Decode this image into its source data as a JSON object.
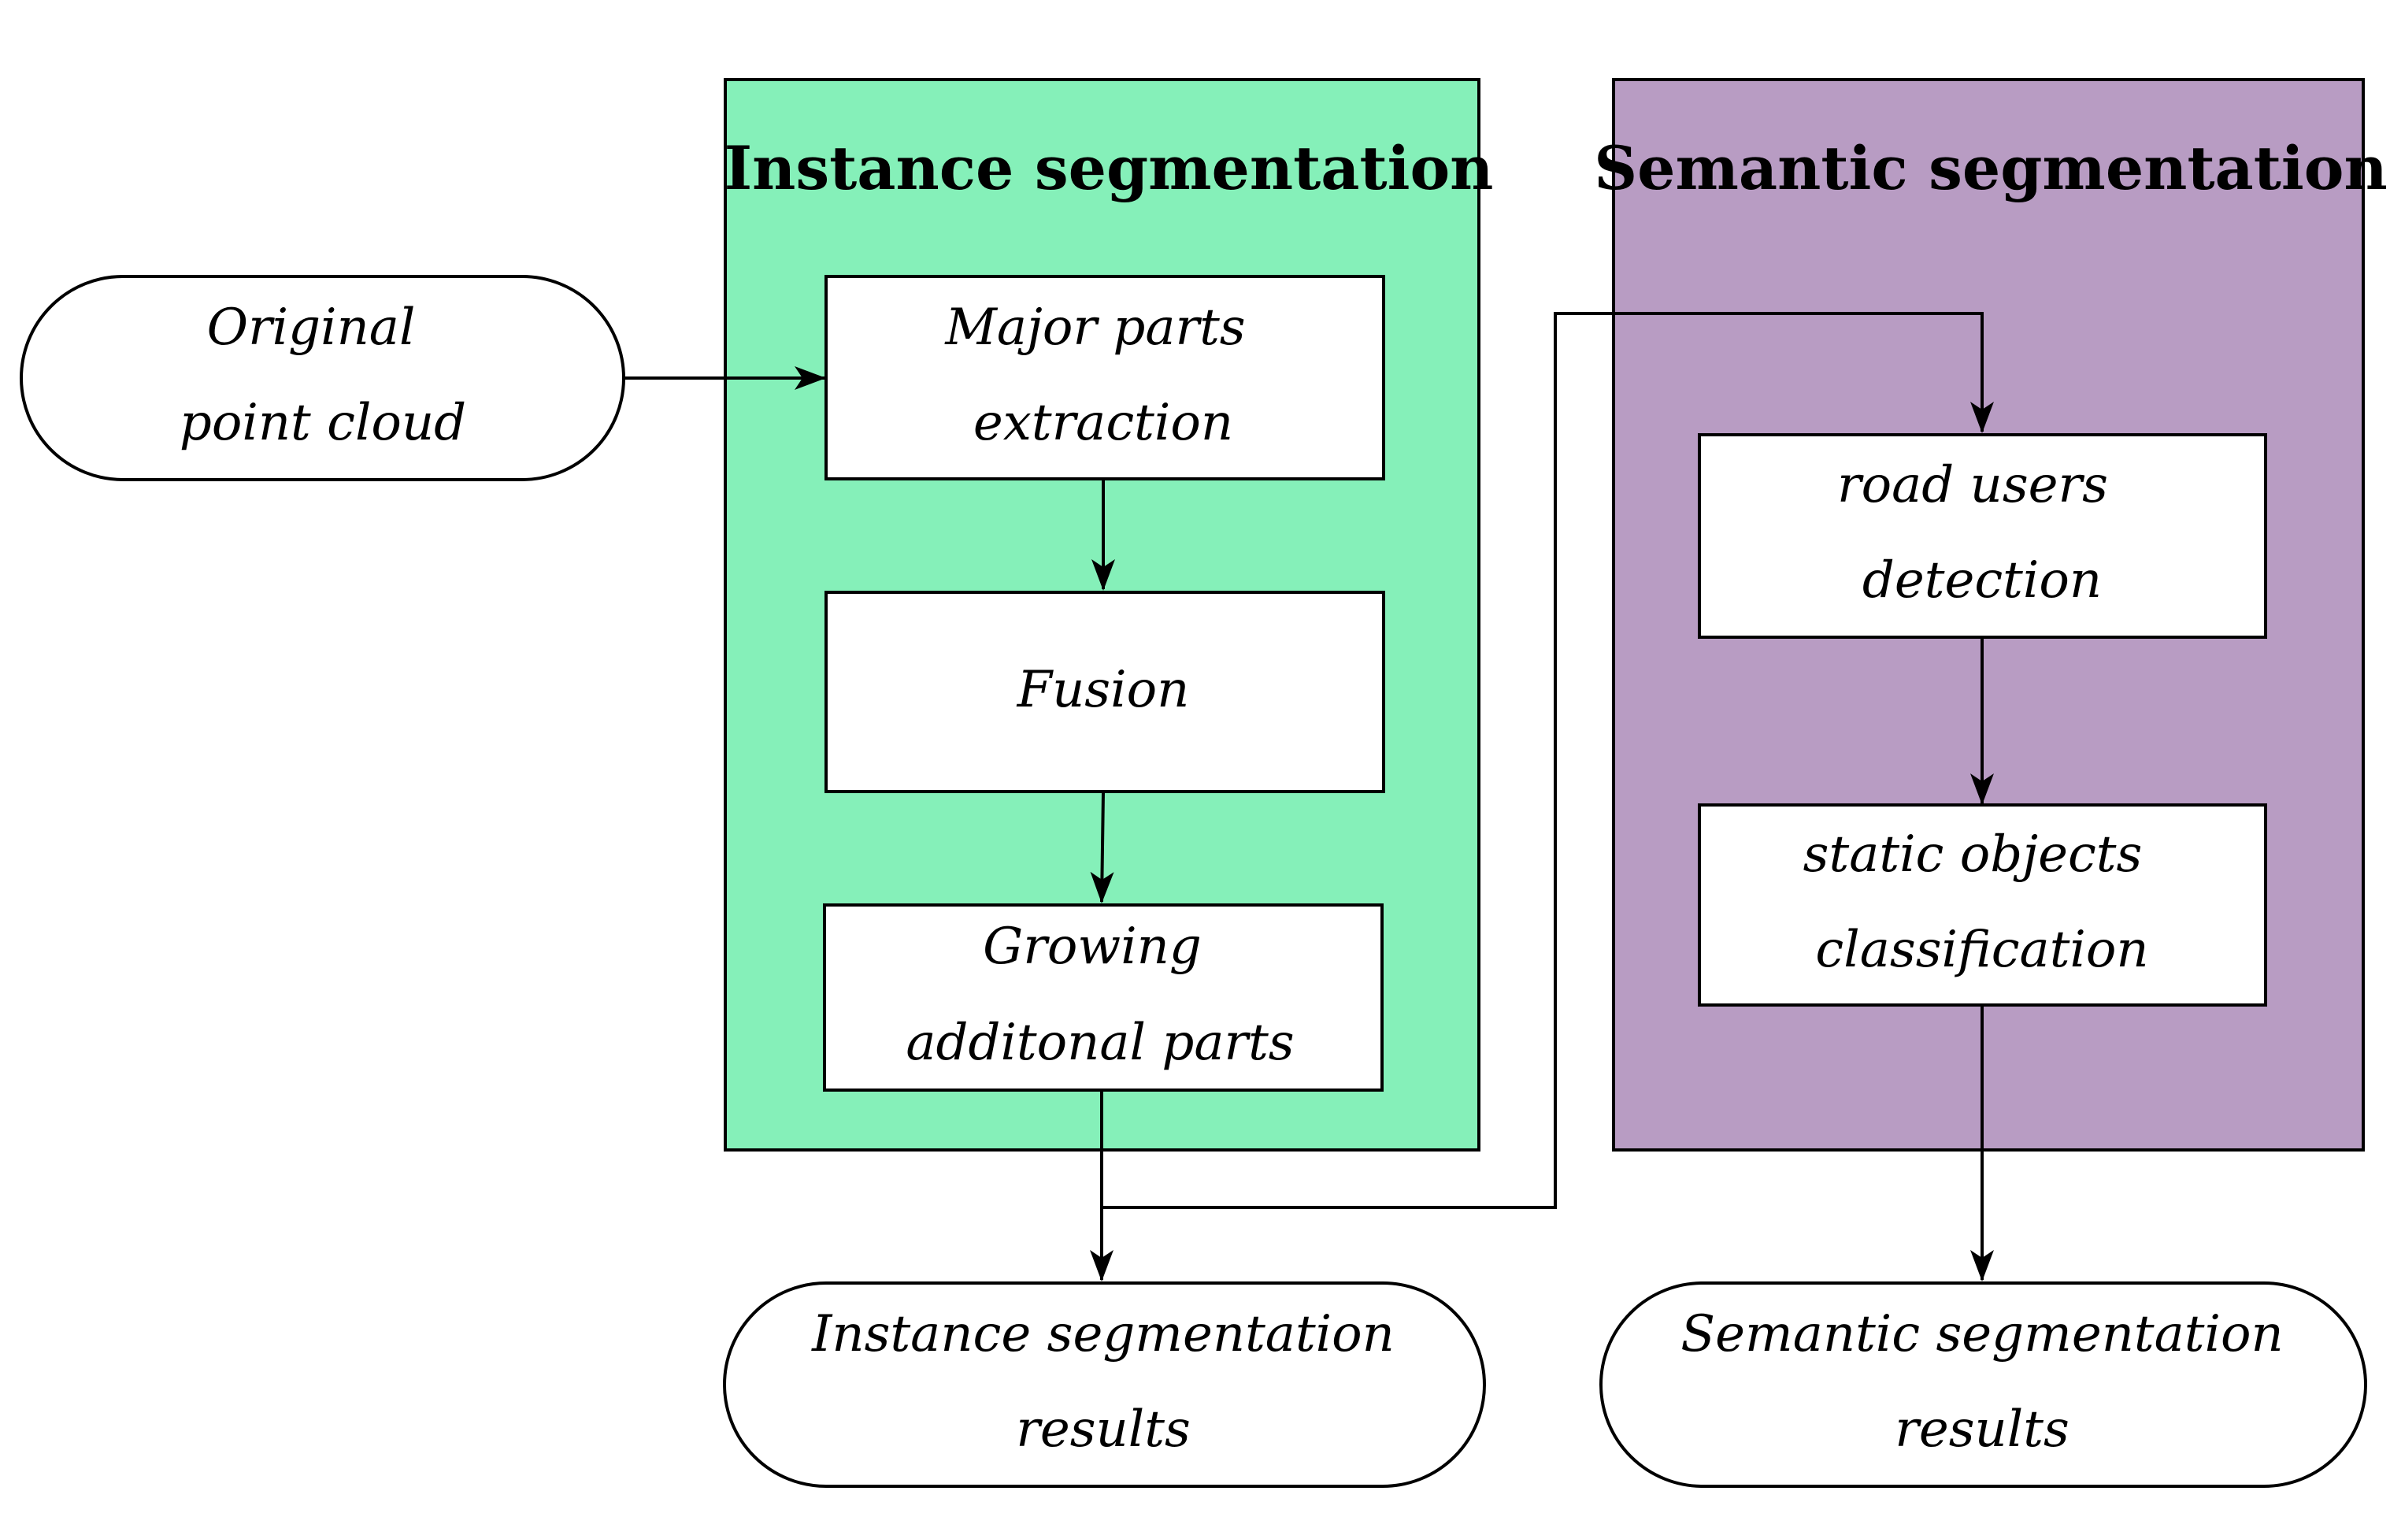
{
  "panels": {
    "instance": {
      "title": "Instance segmentation",
      "color": "#85f0b9"
    },
    "semantic": {
      "title": "Semantic segmentation",
      "color": "#b89cc3"
    }
  },
  "nodes": {
    "original_point_cloud": {
      "line1": "Original",
      "line2": "point cloud",
      "shape": "terminal"
    },
    "major_parts_extraction": {
      "line1": "Major parts",
      "line2": "extraction",
      "shape": "process"
    },
    "fusion": {
      "line1": "Fusion",
      "shape": "process"
    },
    "growing_additional_parts": {
      "line1": "Growing",
      "line2": "additonal parts",
      "shape": "process"
    },
    "road_users_detection": {
      "line1": "road users",
      "line2": "detection",
      "shape": "process"
    },
    "static_objects_classification": {
      "line1": "static objects",
      "line2": "classification",
      "shape": "process"
    },
    "instance_results": {
      "line1": "Instance segmentation",
      "line2": "results",
      "shape": "terminal"
    },
    "semantic_results": {
      "line1": "Semantic segmentation",
      "line2": "results",
      "shape": "terminal"
    }
  },
  "edges": [
    {
      "from": "original_point_cloud",
      "to": "major_parts_extraction"
    },
    {
      "from": "major_parts_extraction",
      "to": "fusion"
    },
    {
      "from": "fusion",
      "to": "growing_additional_parts"
    },
    {
      "from": "growing_additional_parts",
      "to": "instance_results"
    },
    {
      "from": "growing_additional_parts",
      "to": "road_users_detection"
    },
    {
      "from": "road_users_detection",
      "to": "static_objects_classification"
    },
    {
      "from": "static_objects_classification",
      "to": "semantic_results"
    }
  ]
}
